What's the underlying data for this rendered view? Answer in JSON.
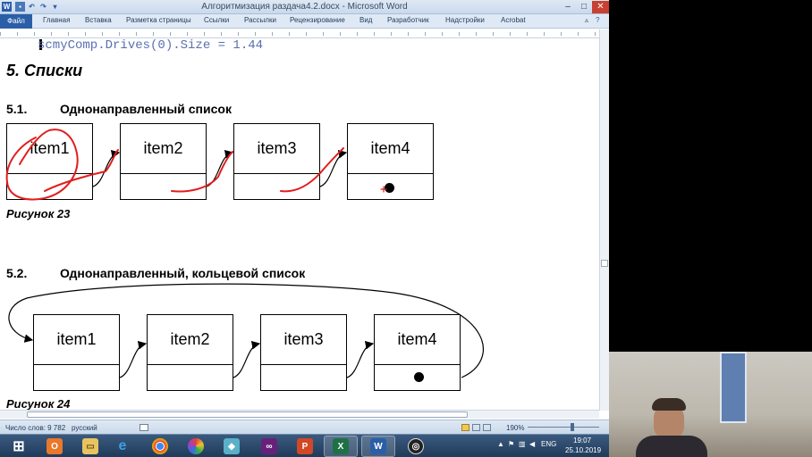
{
  "window": {
    "title": "Алгоритмизация раздача4.2.docx - Microsoft Word",
    "minimize": "–",
    "maximize": "□",
    "close": "✕"
  },
  "ribbon": {
    "file_tab": "Файл",
    "tabs": [
      "Главная",
      "Вставка",
      "Разметка страницы",
      "Ссылки",
      "Рассылки",
      "Рецензирование",
      "Вид",
      "Разработчик",
      "Надстройки",
      "Acrobat"
    ]
  },
  "document": {
    "code_line": "scmyComp.Drives(0).Size = 1.44",
    "heading": "5.  Списки",
    "section1": {
      "number": "5.1.",
      "title": "Однонаправленный список",
      "caption": "Рисунок 23"
    },
    "section2": {
      "number": "5.2.",
      "title": "Однонаправленный, кольцевой список",
      "caption": "Рисунок 24"
    },
    "nodes": [
      "item1",
      "item2",
      "item3",
      "item4"
    ]
  },
  "statusbar": {
    "word_count": "Число слов: 9 782",
    "language": "русский",
    "zoom": "190%"
  },
  "taskbar": {
    "tray_lang": "ENG",
    "time": "19:07",
    "date": "25.10.2019"
  },
  "colors": {
    "ribbon_file": "#2a5fa8",
    "annotation_red": "#e21d1d",
    "code_text": "#5a6fb3"
  },
  "icons": {
    "word_app": "word-icon",
    "save": "save-icon",
    "undo": "undo-icon",
    "start": "windows-start-icon"
  }
}
